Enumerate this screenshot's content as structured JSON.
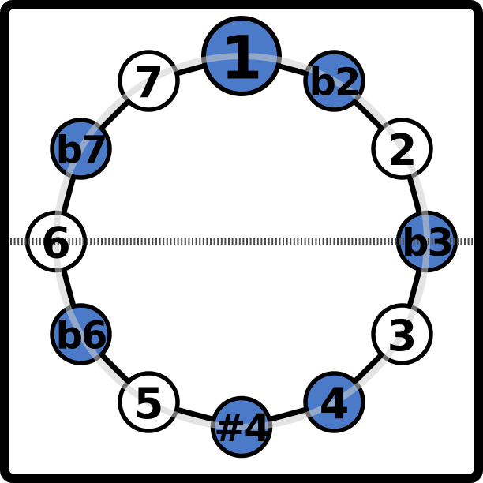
{
  "diagram": {
    "kind": "scale-degree-circle",
    "positions_clockwise_from_top": [
      "1",
      "b2",
      "2",
      "b3",
      "3",
      "4",
      "#4",
      "5",
      "b6",
      "6",
      "b7",
      "7"
    ],
    "highlighted_degrees": [
      "1",
      "b2",
      "b3",
      "4",
      "#4",
      "b6",
      "b7"
    ],
    "plain_degrees": [
      "2",
      "3",
      "5",
      "6",
      "7"
    ],
    "has_horizontal_dotted_midline": true
  },
  "colors": {
    "highlight_fill": "#4b7bc8",
    "plain_fill": "#ffffff",
    "node_outline": "#000000",
    "chord_line": "#000000",
    "faint_ring": "#cdcdcd",
    "dotted_line": "#4b4b4b",
    "frame": "#000000",
    "background": "#ffffff",
    "label_text": "#000000"
  },
  "nodes": [
    {
      "label": "1",
      "fill": "#4b7bc8",
      "highlighted": true,
      "emphasized": true
    },
    {
      "label": "b2",
      "fill": "#4b7bc8",
      "highlighted": true,
      "emphasized": false
    },
    {
      "label": "2",
      "fill": "#ffffff",
      "highlighted": false,
      "emphasized": false
    },
    {
      "label": "b3",
      "fill": "#4b7bc8",
      "highlighted": true,
      "emphasized": false
    },
    {
      "label": "3",
      "fill": "#ffffff",
      "highlighted": false,
      "emphasized": false
    },
    {
      "label": "4",
      "fill": "#4b7bc8",
      "highlighted": true,
      "emphasized": false
    },
    {
      "label": "#4",
      "fill": "#4b7bc8",
      "highlighted": true,
      "emphasized": false
    },
    {
      "label": "5",
      "fill": "#ffffff",
      "highlighted": false,
      "emphasized": false
    },
    {
      "label": "b6",
      "fill": "#4b7bc8",
      "highlighted": true,
      "emphasized": false
    },
    {
      "label": "6",
      "fill": "#ffffff",
      "highlighted": false,
      "emphasized": false
    },
    {
      "label": "b7",
      "fill": "#4b7bc8",
      "highlighted": true,
      "emphasized": false
    },
    {
      "label": "7",
      "fill": "#ffffff",
      "highlighted": false,
      "emphasized": false
    }
  ]
}
